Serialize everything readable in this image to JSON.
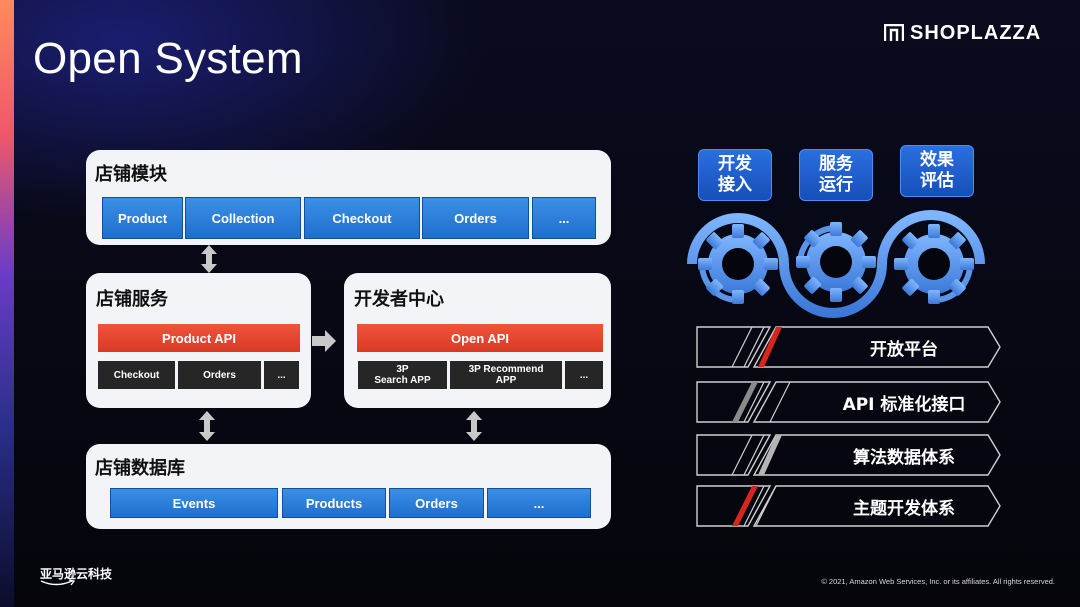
{
  "title": "Open System",
  "brand": {
    "name": "SHOPLAZZA"
  },
  "colors": {
    "blue_box": "#2a7ad9",
    "red_box": "#e34530",
    "dark_box": "#262626",
    "card_bg": "#f3f4f7",
    "pill_blue": "#1f5fcc"
  },
  "store_module": {
    "title": "店铺模块",
    "items": [
      "Product",
      "Collection",
      "Checkout",
      "Orders",
      "..."
    ]
  },
  "store_service": {
    "title": "店铺服务",
    "api": "Product  API",
    "items": [
      "Checkout",
      "Orders",
      "..."
    ]
  },
  "developer_center": {
    "title": "开发者中心",
    "api": "Open  API",
    "items": [
      "3P\nSearch APP",
      "3P Recommend\nAPP",
      "..."
    ]
  },
  "store_database": {
    "title": "店铺数据库",
    "items": [
      "Events",
      "Products",
      "Orders",
      "..."
    ]
  },
  "stages": [
    "开发\n接入",
    "服务\n运行",
    "效果\n评估"
  ],
  "layers": [
    "开放平台",
    "API 标准化接口",
    "算法数据体系",
    "主题开发体系"
  ],
  "footer": {
    "logo_text": "亚马逊云科技",
    "copyright": "© 2021, Amazon Web Services, Inc. or its affiliates. All rights reserved."
  }
}
